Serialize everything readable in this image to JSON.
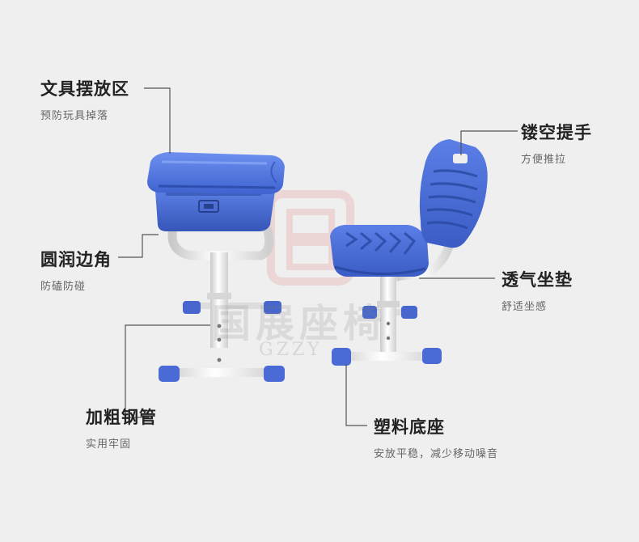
{
  "callouts": {
    "tray": {
      "title": "文具摆放区",
      "subtitle": "预防玩具掉落"
    },
    "corner": {
      "title": "圆润边角",
      "subtitle": "防磕防碰"
    },
    "pipe": {
      "title": "加粗钢管",
      "subtitle": "实用牢固"
    },
    "handle": {
      "title": "镂空提手",
      "subtitle": "方便推拉"
    },
    "seat": {
      "title": "透气坐垫",
      "subtitle": "舒适坐感"
    },
    "base": {
      "title": "塑料底座",
      "subtitle": "安放平稳，减少移动噪音"
    }
  },
  "watermark": {
    "brand": "国展座椅",
    "code": "GZZY"
  },
  "colors": {
    "plastic_blue": "#4a6fd8",
    "steel": "#eeeeee",
    "text": "#222222",
    "subtext": "#666666"
  }
}
